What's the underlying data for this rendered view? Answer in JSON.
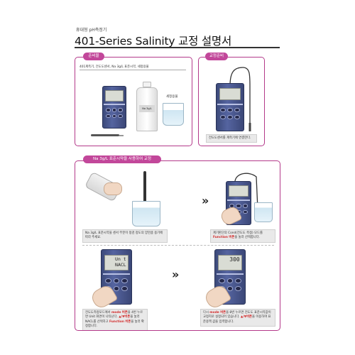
{
  "header": {
    "top_label": "휴대형 pH측정기",
    "title": "401-Series Salinity 교정 설명서"
  },
  "prep": {
    "pill": "준비물",
    "items_text": "401계측기, 전도도센서, Na 3g/L 표준시약, 세정용물",
    "beaker_label": "세정용물",
    "bottle_label": "Na 3g/L"
  },
  "calib_prep": {
    "pill": "교정준비",
    "caption": "전도도센서를 계측기에 연결한다."
  },
  "calibration": {
    "pill": "Na 3g/L 표준시약을 사용하여 교정",
    "step1": "Na 3g/L 표준시약을 센서 무분이 정검 정도의 양만큼 용기에 따라 주세요.",
    "step2_line1": "계기판단의 Cond(전도도 측정) 모드를",
    "step2_fn": "Function 버튼",
    "step2_line2": "을 눌러 선택합니다.",
    "step3_line1": "전도도측정모드에서",
    "step3_mode": "mode 버튼",
    "step3_line2": "을 4번 누르면 Unit 화면이 나타난다.",
    "step3_arrows": "▲/▼버튼",
    "step3_line3": "을 눌러 NACL를 선택하고",
    "step3_fn": "Function 버튼",
    "step3_line4": "을 눌러 확정합니다.",
    "step4_line1": "다시",
    "step4_mode": "mode 버튼",
    "step4_line2": "을 8번 누르면 전도도 표준시약값이 교정치로 설정되어 있습니다.",
    "step4_arrows": "▲/▼버튼",
    "step4_line3": "을 이용하여 표준용액 값을 입력합니다.",
    "lcd_a_line1": "",
    "lcd_a_line2": "",
    "lcd_b_line1": "Un t",
    "lcd_b_line2": "NACL",
    "lcd_c_line1": "300",
    "lcd_c_line2": ""
  },
  "icons": {
    "arrow": "»"
  },
  "colors": {
    "accent": "#c2479a",
    "highlight": "#d22d2d",
    "device": "#4a5890"
  }
}
